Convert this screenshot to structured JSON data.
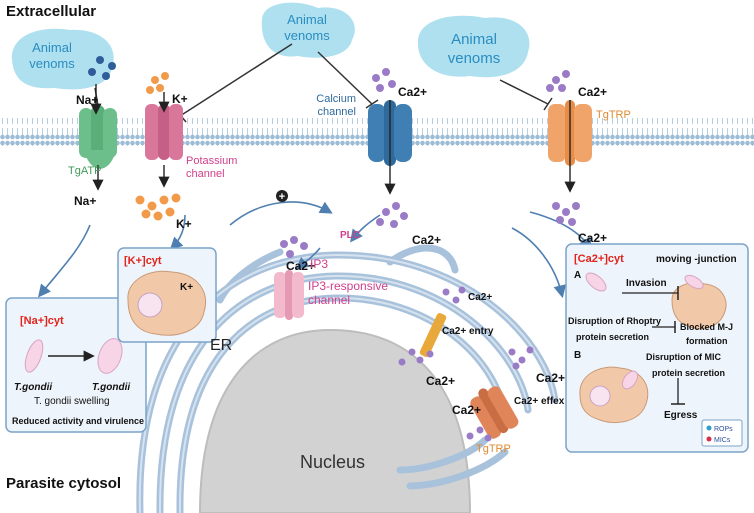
{
  "regions": {
    "extracellular": "Extracellular",
    "cytosol": "Parasite cytosol",
    "er": "ER",
    "nucleus": "Nucleus"
  },
  "venom_labels": [
    "Animal venoms",
    "Animal venoms",
    "Animal venoms"
  ],
  "channels": {
    "tgatp": "TgATP",
    "potassium": "Potassium channel",
    "calcium": "Calcium channel",
    "tgtrp_top": "TgTRP",
    "ip3_channel": "IP3-responsive channel",
    "tgtrp_er": "TgTRP"
  },
  "ions": {
    "na_out": "Na+",
    "na_in": "Na+",
    "k_out": "K+",
    "k_in": "K+",
    "ca_calcium_out": "Ca2+",
    "ca_calcium_in": "Ca2+",
    "ca_tgtrp_out": "Ca2+",
    "ca_tgtrp_in": "Ca2+",
    "ca_ip3": "Ca2+",
    "ca_entry_top": "Ca2+",
    "ca_entry": "Ca2+ entry",
    "ca_er_1": "Ca2+",
    "ca_er_2": "Ca2+",
    "ca_efflux": "Ca2+ effex",
    "ca_right": "Ca2+"
  },
  "signals": {
    "plc": "PLC",
    "ip3": "IP3",
    "plus": "+"
  },
  "na_box": {
    "heading": "[Na+]cyt",
    "parasite_left": "T.gondii",
    "parasite_right": "T.gondii",
    "swelling": "T. gondii swelling",
    "outcome": "Reduced activity and virulence"
  },
  "k_box": {
    "heading": "[K+]cyt",
    "ion": "K+"
  },
  "ca_box": {
    "heading": "[Ca2+]cyt",
    "label_a": "A",
    "label_b": "B",
    "moving_junction": "moving -junction",
    "invasion": "Invasion",
    "rhoptry_1": "Disruption of Rhoptry",
    "rhoptry_2": "protein secretion",
    "blocked_1": "Blocked M-J",
    "blocked_2": "formation",
    "mic_1": "Disruption of MIC",
    "mic_2": "protein secretion",
    "egress": "Egress",
    "legend_rops": "ROPs",
    "legend_mics": "MICs"
  },
  "colors": {
    "venom_blob": "#aee0f0",
    "venom_text": "#2a8dc0",
    "membrane": "#8fb4cf",
    "tgatp": "#6cbf8a",
    "potassium": "#d9779a",
    "calcium_channel": "#3f7fb3",
    "tgtrp": "#f0a46a",
    "ip3_channel": "#f3b9cc",
    "ca_dot": "#9a7cc6",
    "na_dot": "#2e5d9a",
    "k_dot": "#f19a4a",
    "er": "#a9c2dc",
    "nucleus": "#cfcfcf",
    "box_fill": "#eef4fb",
    "box_border": "#7aa3c9",
    "red_text": "#e2231a",
    "magenta_text": "#d0408c",
    "orange_text": "#e0892f",
    "green_text": "#3f9a5a"
  }
}
